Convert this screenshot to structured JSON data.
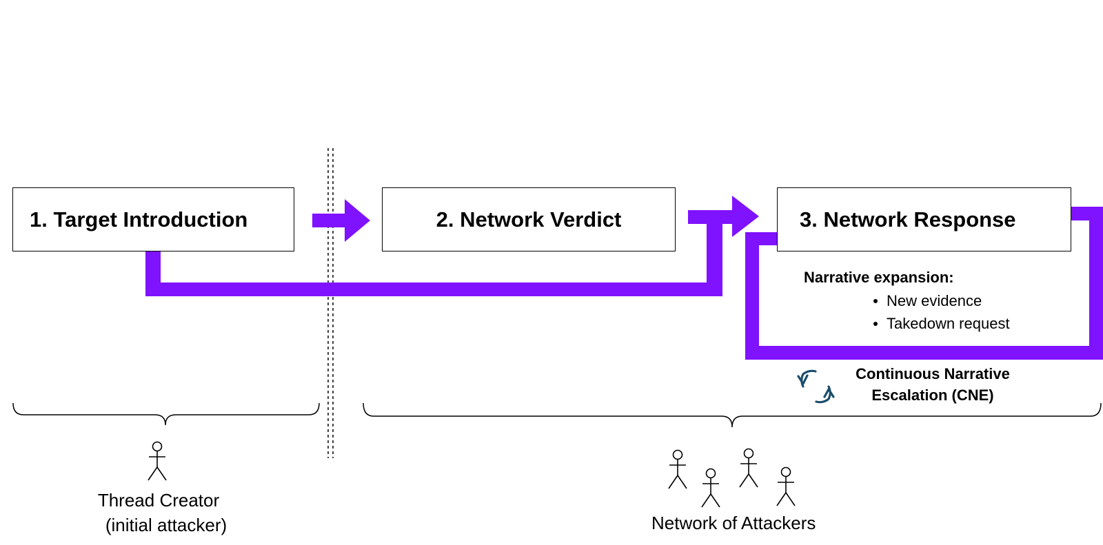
{
  "steps": [
    {
      "label": "1. Target Introduction"
    },
    {
      "label": "2. Network Verdict"
    },
    {
      "label": "3. Network Response"
    }
  ],
  "expansion": {
    "heading": "Narrative expansion:",
    "items": [
      "New evidence",
      "Takedown request"
    ]
  },
  "cne": {
    "line1": "Continuous Narrative",
    "line2": "Escalation (CNE)",
    "icon": "cycle-arrows-icon"
  },
  "actors": {
    "creator_line1": "Thread Creator",
    "creator_line2": "(initial attacker)",
    "network": "Network of Attackers"
  },
  "colors": {
    "flow": "#7f12ff",
    "cycle_icon": "#1b4d6b",
    "outline": "#000000"
  }
}
